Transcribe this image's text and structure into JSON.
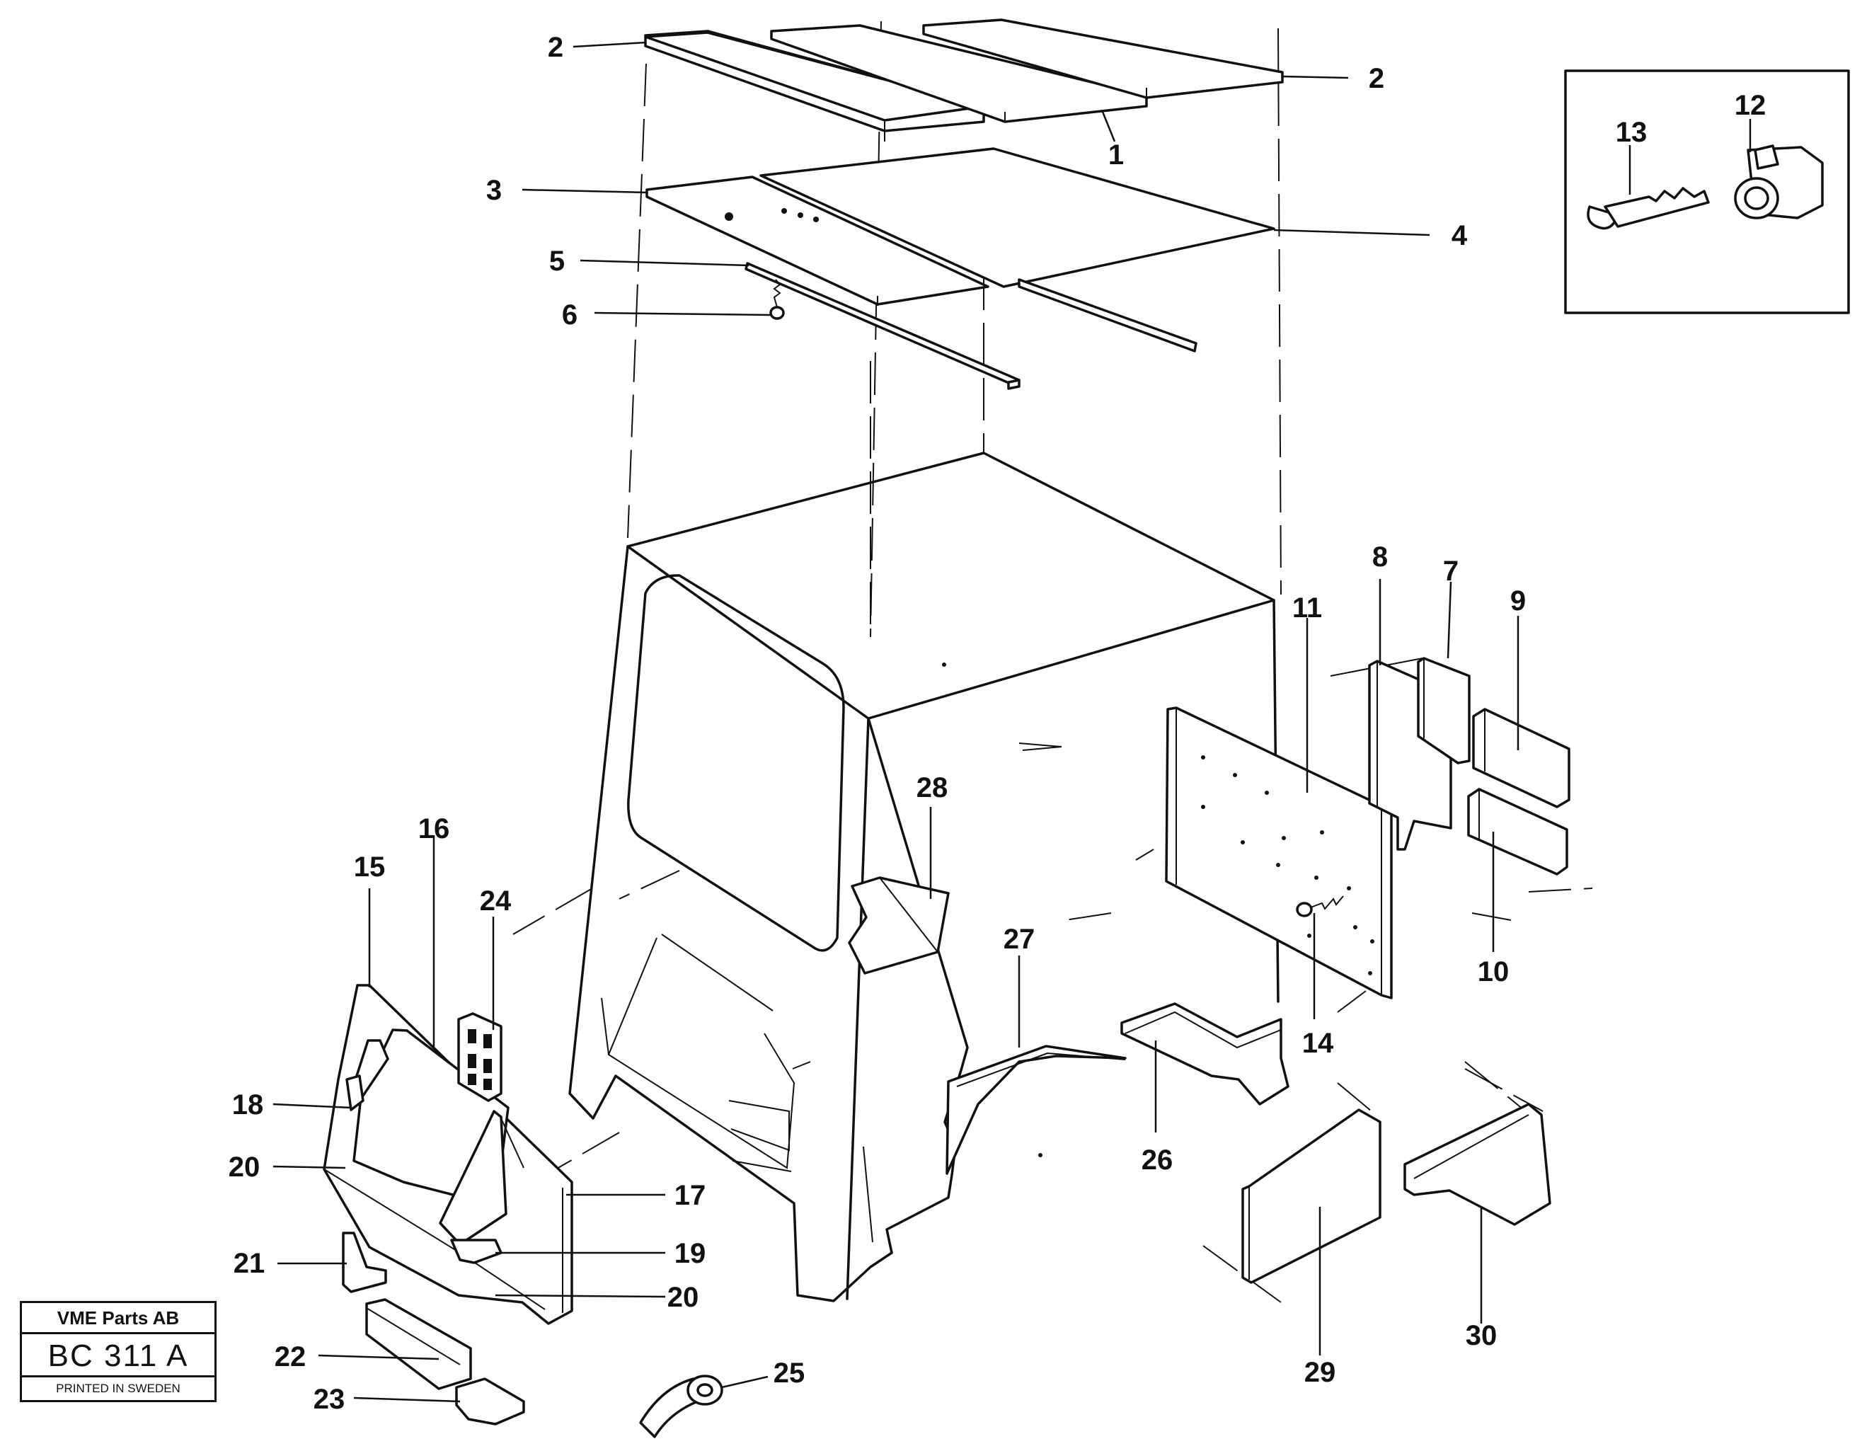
{
  "title_block": {
    "company": "VME Parts AB",
    "code": "BC 311 A",
    "printed": "PRINTED IN SWEDEN"
  },
  "callouts": {
    "c1": "1",
    "c2a": "2",
    "c2b": "2",
    "c3": "3",
    "c4": "4",
    "c5": "5",
    "c6": "6",
    "c7": "7",
    "c8": "8",
    "c9": "9",
    "c10": "10",
    "c11": "11",
    "c12": "12",
    "c13": "13",
    "c14": "14",
    "c15": "15",
    "c16": "16",
    "c17": "17",
    "c18": "18",
    "c19": "19",
    "c20a": "20",
    "c20b": "20",
    "c21": "21",
    "c22": "22",
    "c23": "23",
    "c24": "24",
    "c25": "25",
    "c26": "26",
    "c27": "27",
    "c28": "28",
    "c29": "29",
    "c30": "30"
  }
}
